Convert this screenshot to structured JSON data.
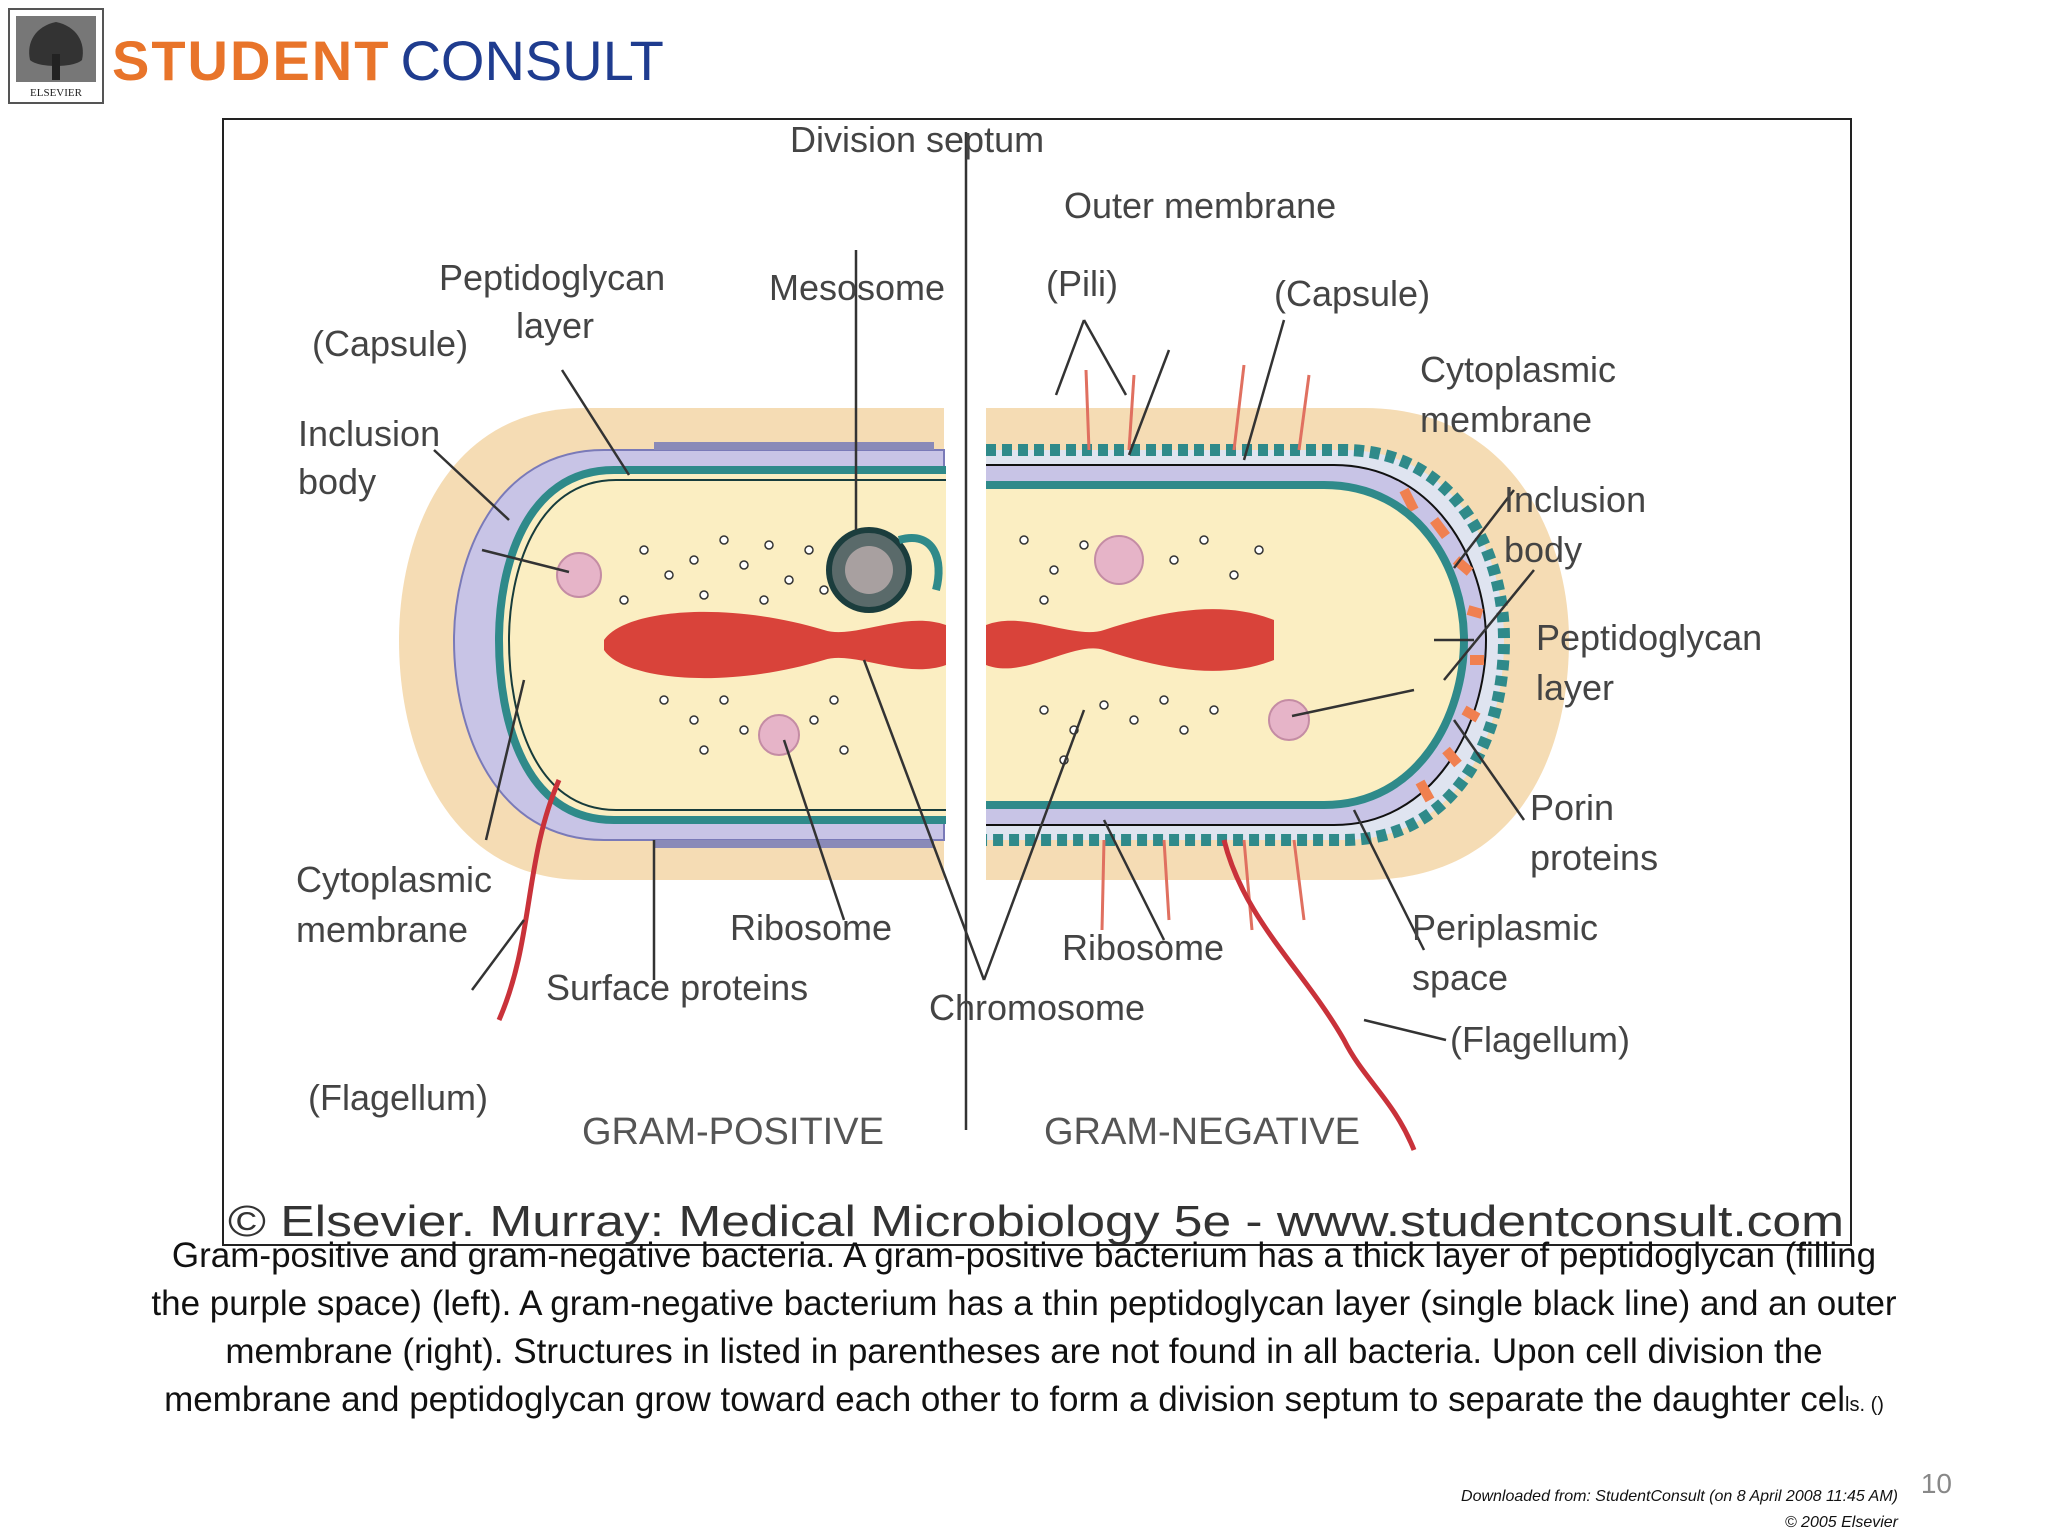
{
  "header": {
    "publisher_logo_text": "ELSEVIER",
    "brand_word_1": "STUDENT",
    "brand_word_2": "CONSULT"
  },
  "figure": {
    "labels": {
      "division_septum": "Division septum",
      "outer_membrane": "Outer membrane",
      "peptidoglycan_left_1": "Peptidoglycan",
      "peptidoglycan_left_2": "layer",
      "mesosome": "Mesosome",
      "pili": "(Pili)",
      "capsule_right": "(Capsule)",
      "capsule_left": "(Capsule)",
      "cytoplasmic_right_1": "Cytoplasmic",
      "cytoplasmic_right_2": "membrane",
      "inclusion_left_1": "Inclusion",
      "inclusion_left_2": "body",
      "inclusion_right_1": "Inclusion",
      "inclusion_right_2": "body",
      "peptidoglycan_right_1": "Peptidoglycan",
      "peptidoglycan_right_2": "layer",
      "porin_1": "Porin",
      "porin_2": "proteins",
      "cytoplasmic_left_1": "Cytoplasmic",
      "cytoplasmic_left_2": "membrane",
      "ribosome_left": "Ribosome",
      "ribosome_right": "Ribosome",
      "periplasmic_1": "Periplasmic",
      "periplasmic_2": "space",
      "surface_proteins": "Surface proteins",
      "chromosome": "Chromosome",
      "flagellum_right": "(Flagellum)",
      "flagellum_left": "(Flagellum)",
      "gram_positive": "GRAM-POSITIVE",
      "gram_negative": "GRAM-NEGATIVE"
    },
    "credit": "© Elsevier. Murray: Medical Microbiology 5e - www.studentconsult.com"
  },
  "caption": {
    "main": "Gram-positive and gram-negative bacteria. A gram-positive bacterium has a thick layer of peptidoglycan (filling the purple space) (left). A gram-negative bacterium has a thin peptidoglycan layer (single black line) and an outer membrane (right). Structures in listed in parentheses are not found in all bacteria. Upon cell division the membrane and peptidoglycan grow toward each other to form a division septum to separate the daughter cel",
    "tail": "ls. ()"
  },
  "footer": {
    "download_note": "Downloaded from: StudentConsult (on 8 April 2008 11:45 AM)",
    "copyright": "© 2005 Elsevier",
    "page_number": "10"
  },
  "colors": {
    "brand_orange": "#e8742a",
    "brand_blue": "#1f3c8f",
    "capsule": "#f5dcb4",
    "peptidoglycan": "#c8c4e6",
    "cytoplasm": "#fbeec2",
    "membrane": "#2f8a8a",
    "chromosome": "#d9433a",
    "flagellum": "#c9323a"
  }
}
